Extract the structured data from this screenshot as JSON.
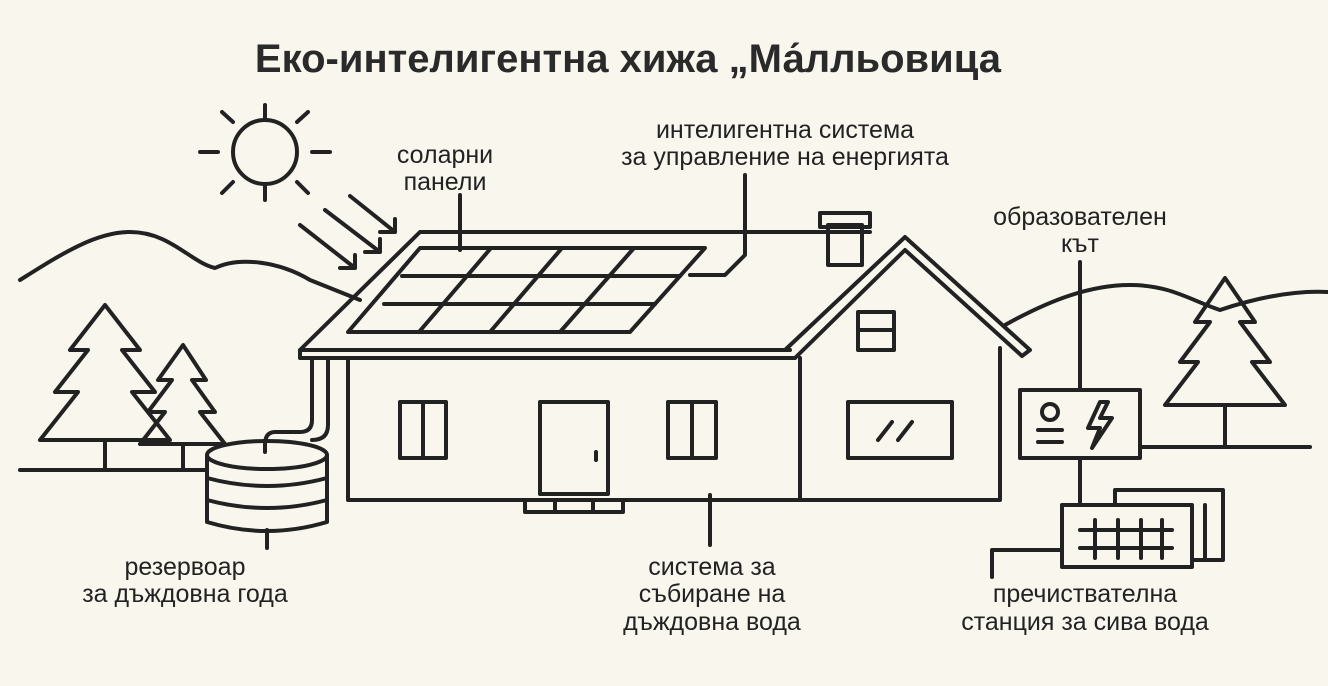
{
  "title": "Еко-интелигентна хижа „Ма́лльовица",
  "labels": {
    "solar": [
      "соларни",
      "панели"
    ],
    "energy": [
      "интелигентна система",
      "за управление на енергията"
    ],
    "education": [
      "образователен",
      "кът"
    ],
    "tank": [
      "резервоар",
      "за дъждовна года"
    ],
    "rain": [
      "система за",
      "събиране на",
      "дъждовна вода"
    ],
    "grey": [
      "пречиствателна",
      "станция за сива вода"
    ]
  },
  "colors": {
    "background": "#f9f6ee",
    "ink": "#222222"
  }
}
